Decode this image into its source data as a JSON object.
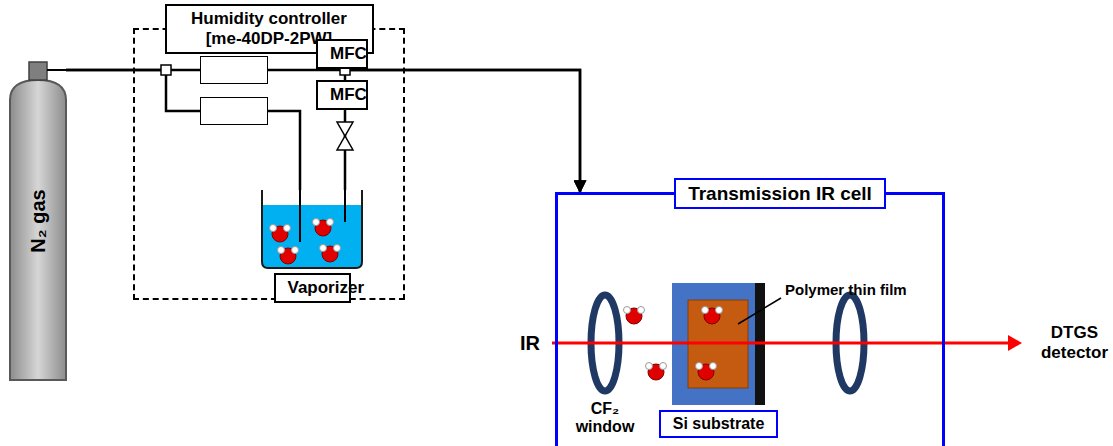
{
  "diagram": {
    "nodes": [
      {
        "text": [
          "N₂ gas"
        ]
      },
      {
        "text": [
          "Humidity controller [me-40DP-2PW]"
        ]
      },
      {
        "text": [
          "MFC"
        ],
        "in": 1
      },
      {
        "text": [
          "MFC"
        ],
        "in": 1
      },
      {
        "text": [
          "Vaporizer"
        ],
        "in": 1
      },
      {
        "text": [
          "Transmission IR cell"
        ]
      },
      {
        "text": [
          "Si substrate"
        ],
        "in": 5
      }
    ],
    "edges": [
      {
        "from": 0,
        "to": 2,
        "arrow": "none"
      },
      {
        "from": 0,
        "to": 3,
        "arrow": "none"
      },
      {
        "from": 2,
        "to": 5,
        "arrow": "to"
      },
      {
        "from": 3,
        "to": 4,
        "arrow": "none"
      },
      {
        "from": 4,
        "to": 5,
        "arrow": "to"
      }
    ],
    "labels": [
      "IR",
      "CF₂ window",
      "Polymer thin film",
      "DTGS detector"
    ]
  }
}
